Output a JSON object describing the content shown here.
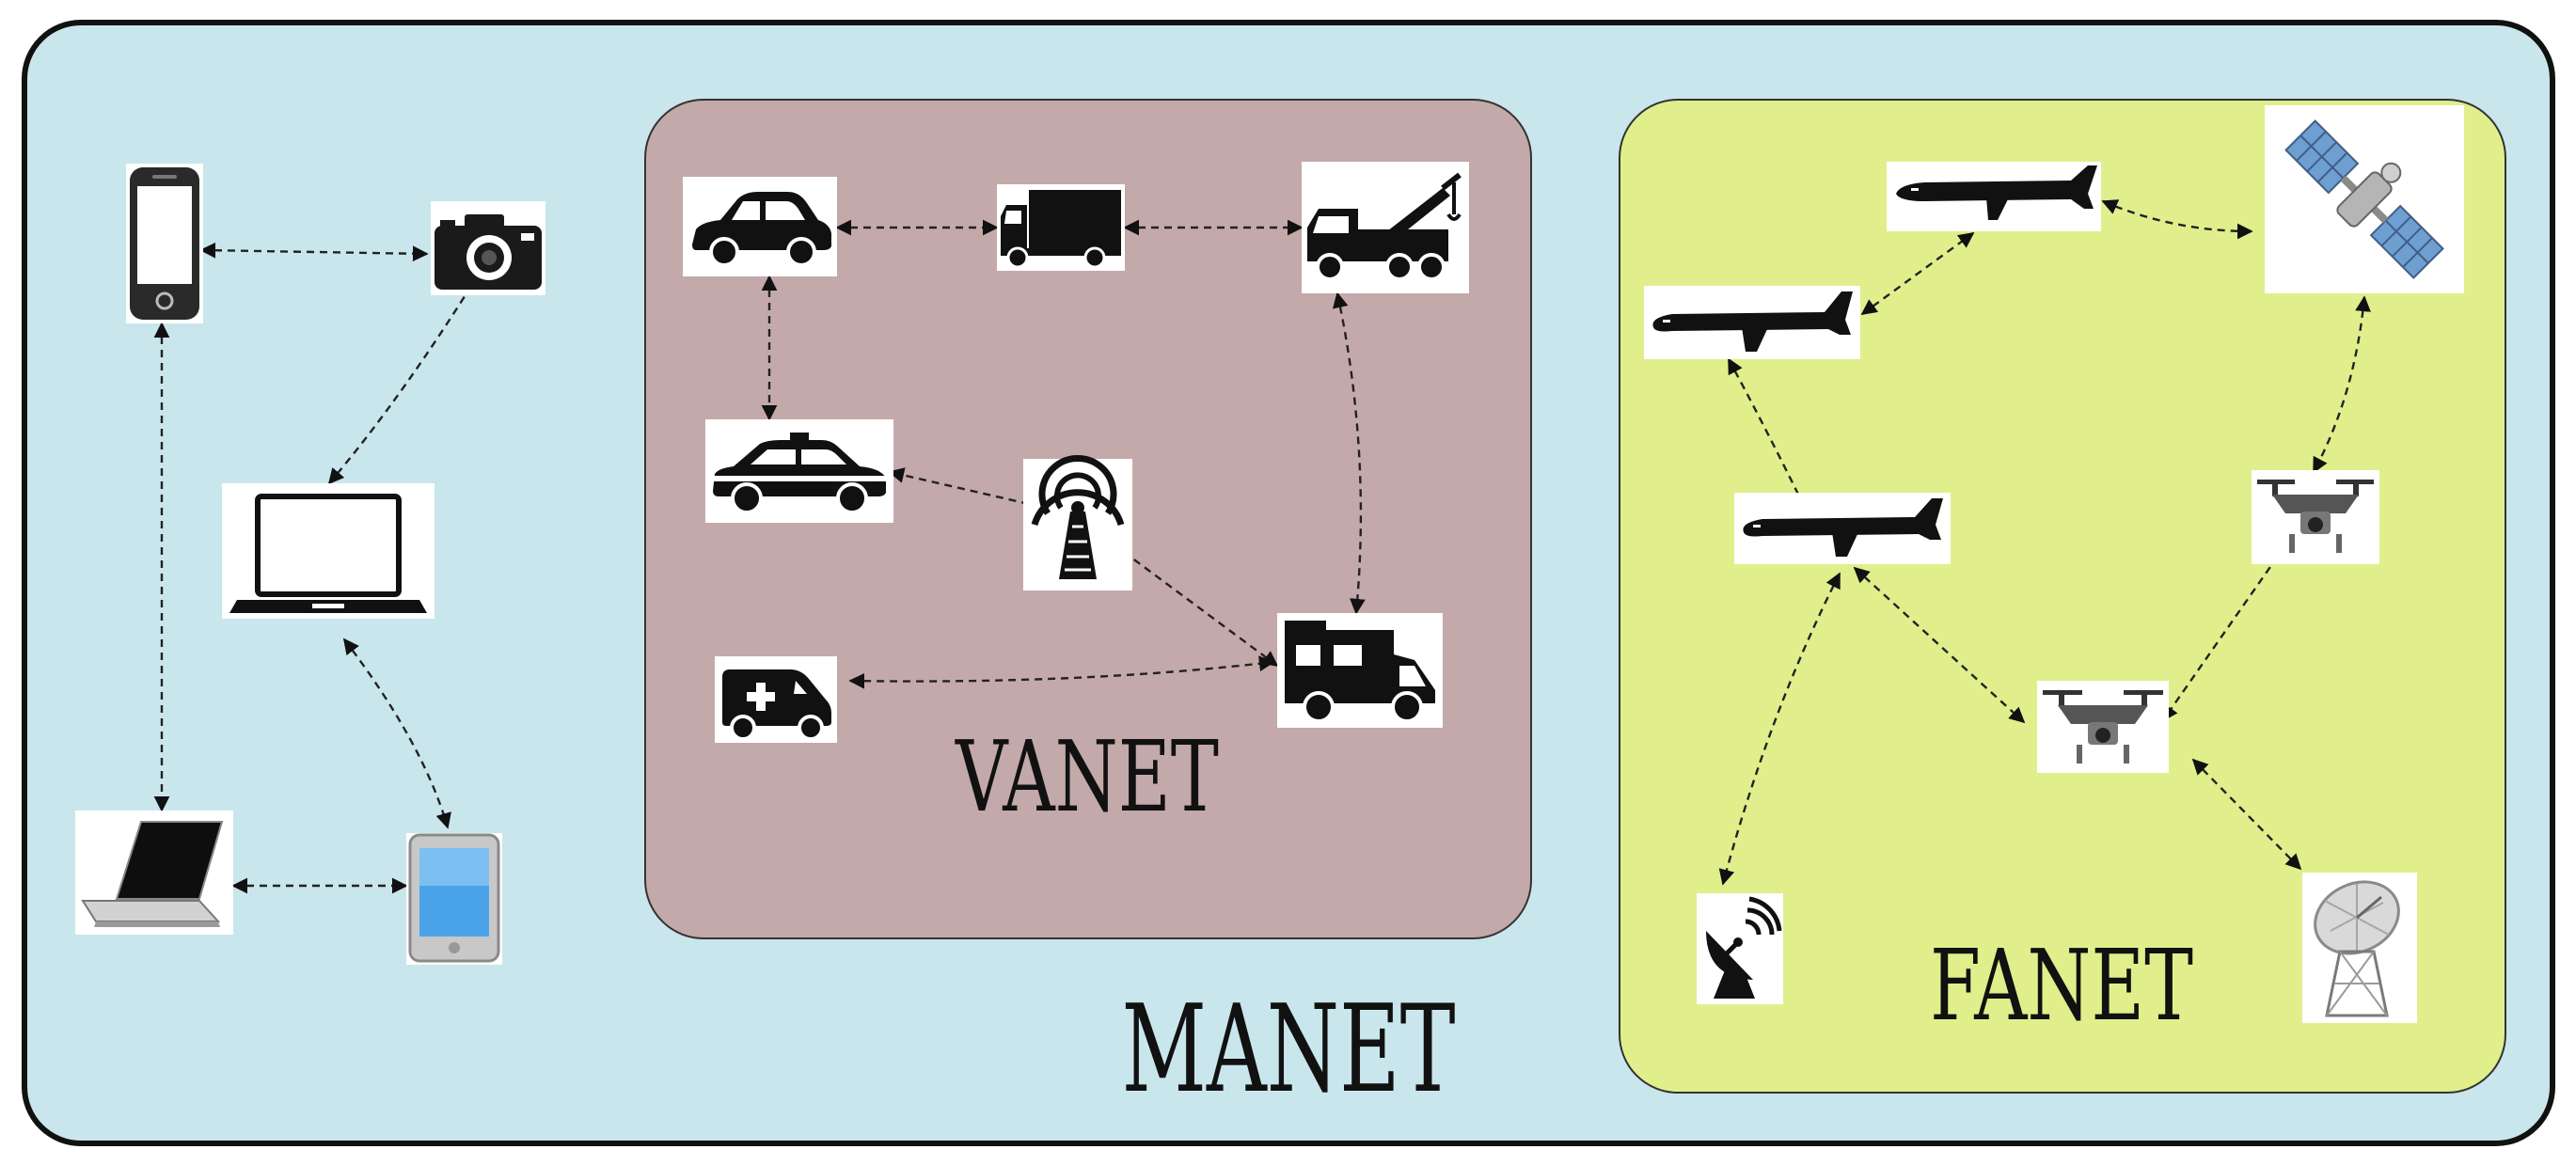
{
  "labels": {
    "manet": "MANET",
    "vanet": "VANET",
    "fanet": "FANET"
  },
  "colors": {
    "manet_bg": "#c9e6ec",
    "vanet_bg": "#c4a9aa",
    "fanet_bg": "#e0ef8b",
    "border": "#111111"
  },
  "groups": {
    "manet": [
      "smartphone-icon",
      "camera-icon",
      "laptop-outline-icon",
      "laptop-icon",
      "tablet-icon"
    ],
    "vanet": [
      "car-icon",
      "truck-icon",
      "tow-truck-icon",
      "police-car-icon",
      "radio-tower-icon",
      "ambulance-icon",
      "camper-van-icon"
    ],
    "fanet": [
      "airplane-icon",
      "satellite-icon",
      "drone-icon",
      "satellite-dish-icon",
      "radar-antenna-icon"
    ]
  }
}
